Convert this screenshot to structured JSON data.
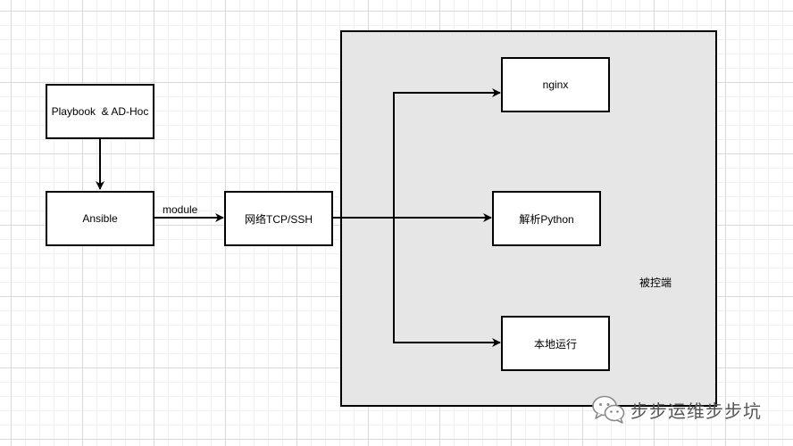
{
  "diagram": {
    "nodes": {
      "playbook": "Playbook  & AD-Hoc",
      "ansible": "Ansible",
      "network": "网络TCP/SSH",
      "nginx": "nginx",
      "parse_python": "解析Python",
      "local_run": "本地运行"
    },
    "container_label": "被控端",
    "edge_labels": {
      "module": "module"
    }
  },
  "watermark": {
    "text": "步步运维步步坑",
    "icon": "wechat-icon"
  },
  "colors": {
    "container_fill": "#e6e6e6",
    "stroke": "#000000"
  }
}
